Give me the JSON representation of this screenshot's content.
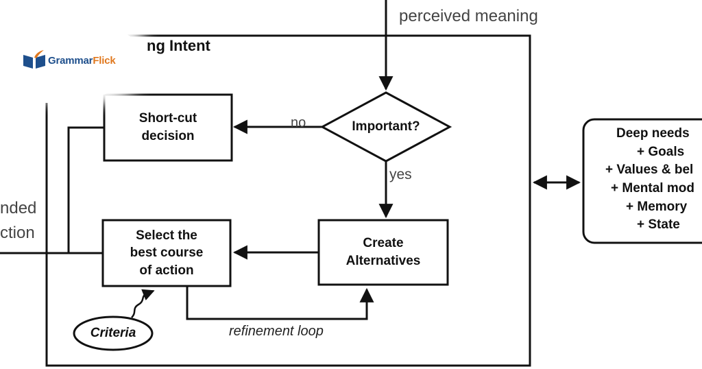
{
  "top_input_label": "perceived meaning",
  "frame_title_fragment": "ng Intent",
  "left_output_label_line1": "nded",
  "left_output_label_line2": "ction",
  "logo": {
    "part1": "Grammar",
    "part2": "Flick"
  },
  "nodes": {
    "decision": {
      "label": "Important?"
    },
    "shortcut": {
      "lines": [
        "Short-cut",
        "decision"
      ]
    },
    "alternatives": {
      "lines": [
        "Create",
        "Alternatives"
      ]
    },
    "select": {
      "lines": [
        "Select the",
        "best course",
        "of action"
      ]
    },
    "criteria": {
      "label": "Criteria"
    },
    "deep_needs": {
      "lines": [
        "Deep needs",
        "+ Goals",
        "+ Values & bel",
        "+ Mental mod",
        "+ Memory",
        "+ State"
      ]
    }
  },
  "edges": {
    "no_label": "no",
    "yes_label": "yes",
    "refinement_label": "refinement loop"
  },
  "colors": {
    "stroke": "#111111",
    "logo_blue": "#1e4f8c",
    "logo_orange": "#e0781e"
  }
}
